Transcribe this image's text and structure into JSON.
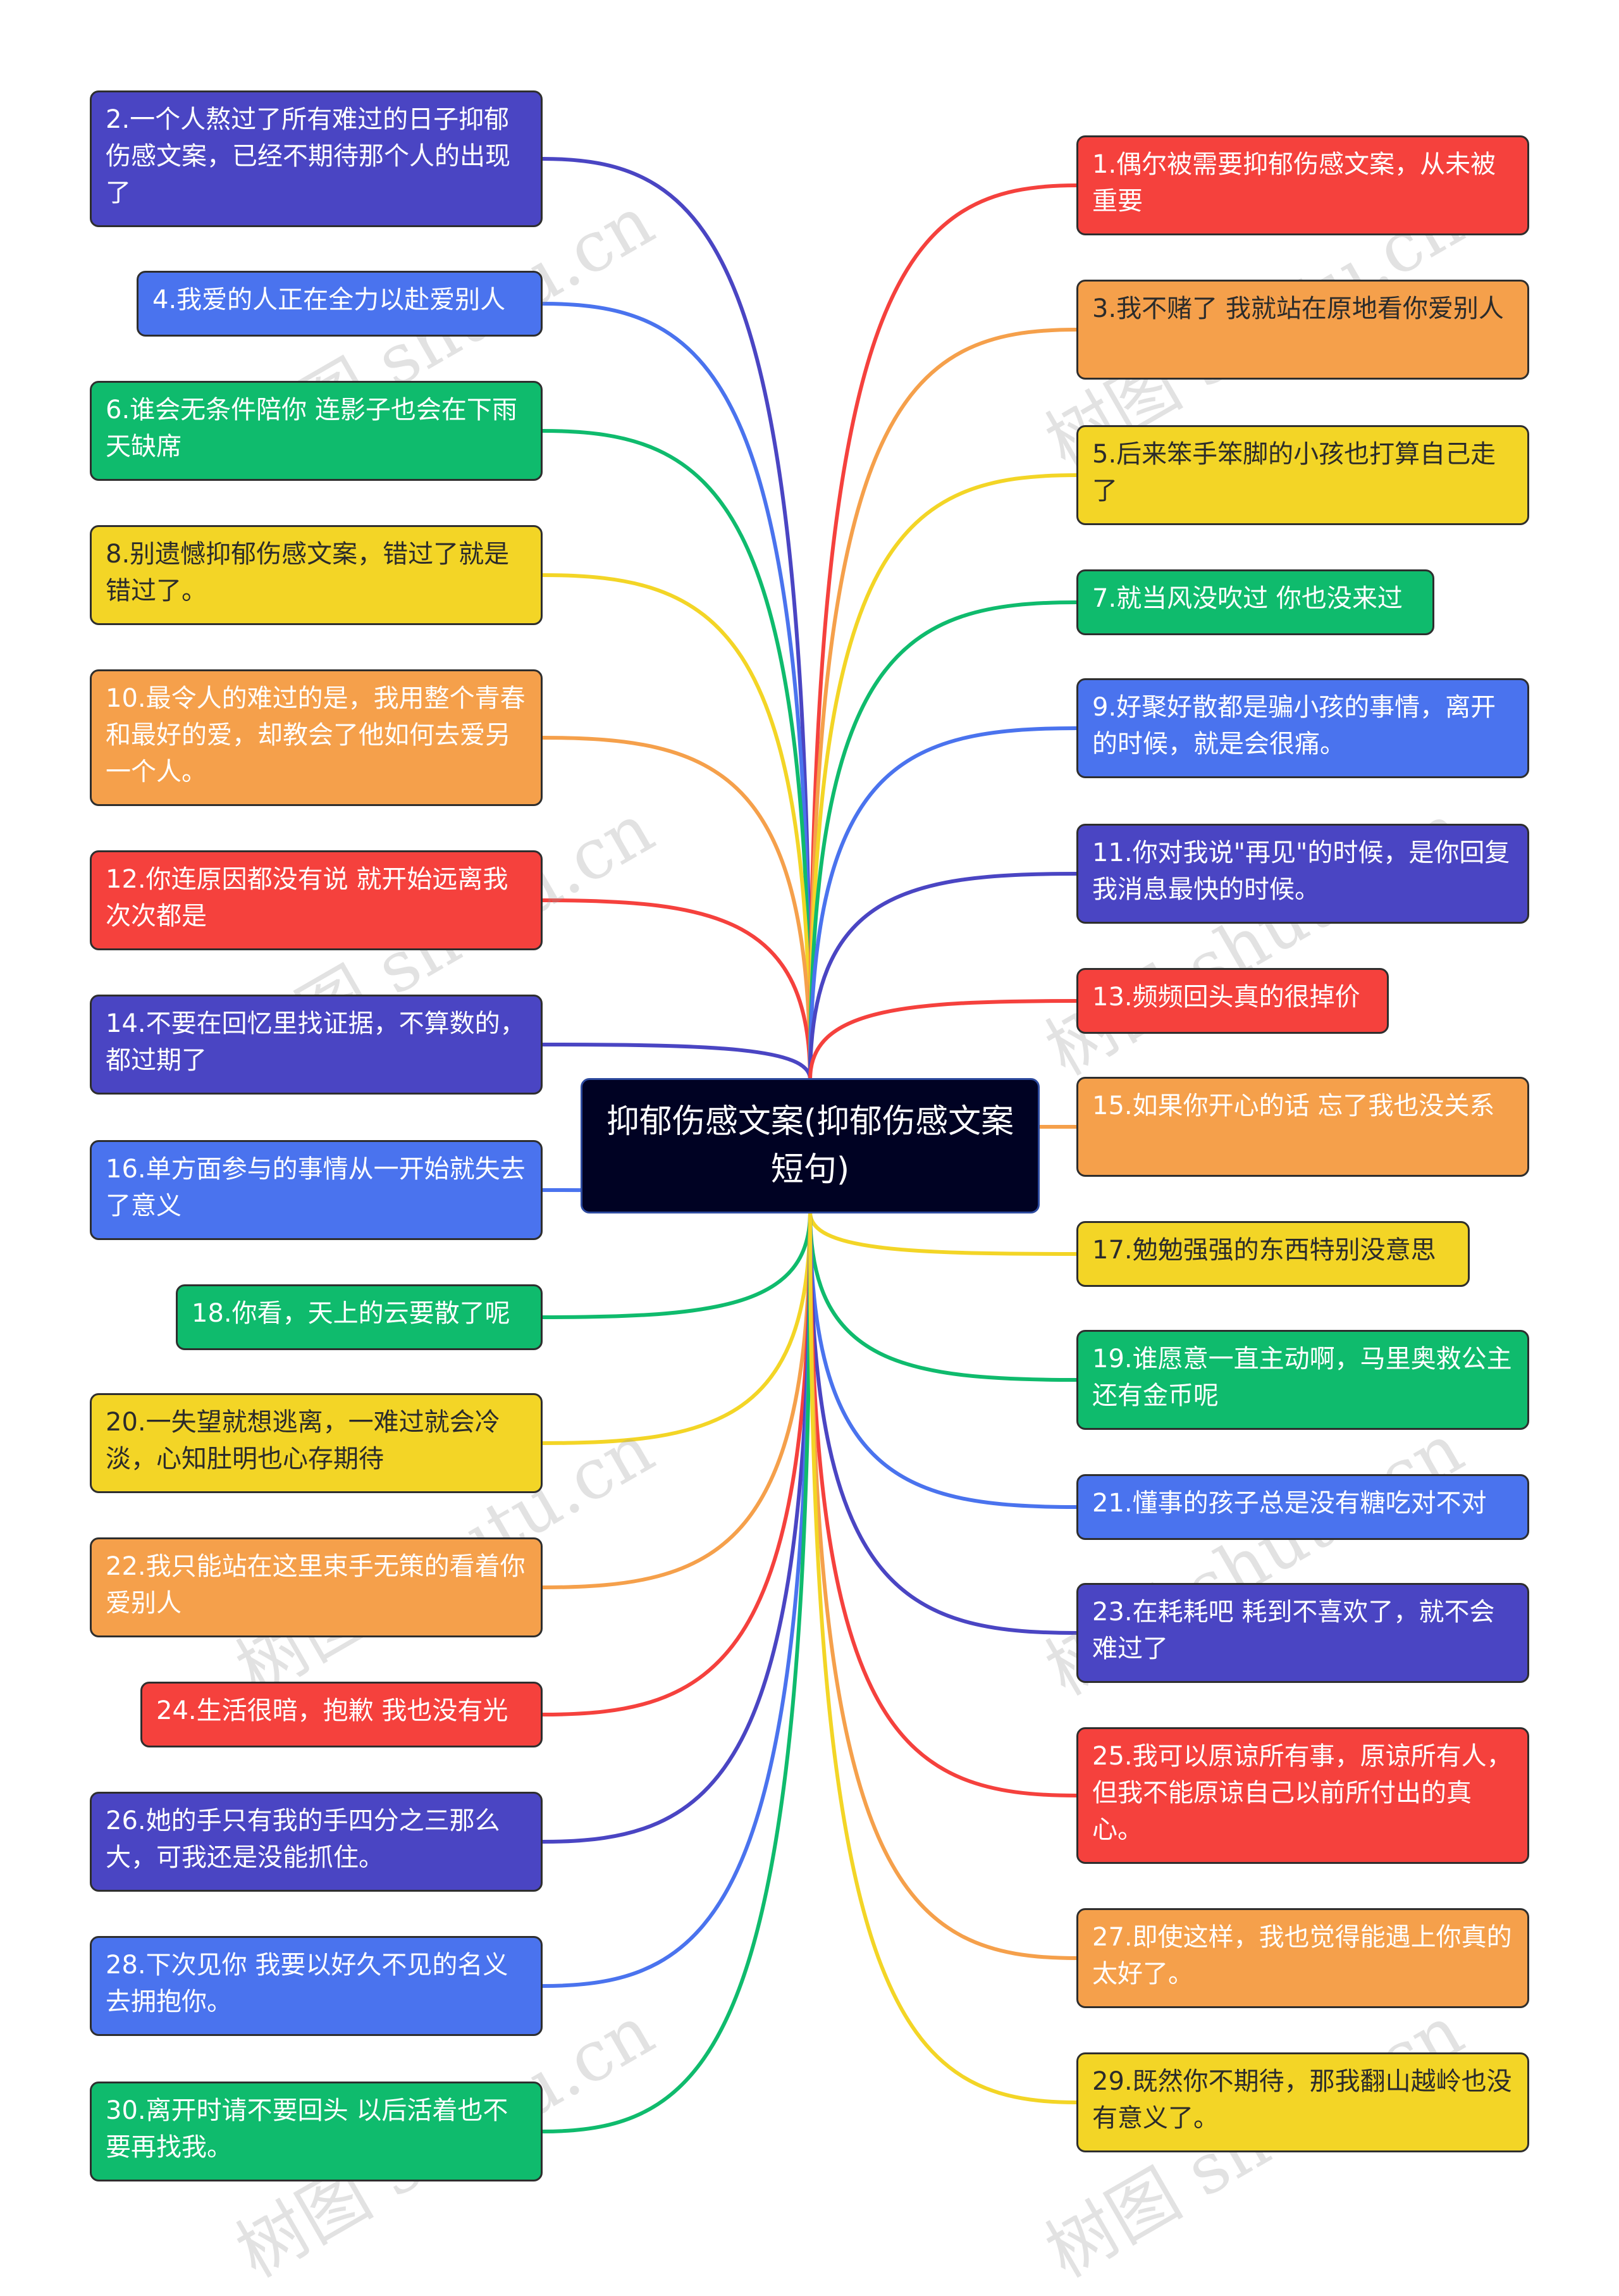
{
  "center": {
    "label": "抑郁伤感文案(抑郁伤感文案短句)"
  },
  "colors": {
    "red": "#f5413d",
    "orange": "#f5a04b",
    "yellow": "#f3d526",
    "green": "#0fbb6d",
    "blue": "#4a73ee",
    "indigo": "#4a45c3",
    "center": "#000223"
  },
  "watermark": "树图 shutu.cn",
  "left_nodes": [
    {
      "label": "2.一个人熬过了所有难过的日子抑郁伤感文案，已经不期待那个人的出现了",
      "color": "indigo"
    },
    {
      "label": "4.我爱的人正在全力以赴爱别人",
      "color": "blue"
    },
    {
      "label": "6.谁会无条件陪你 连影子也会在下雨天缺席",
      "color": "green"
    },
    {
      "label": "8.别遗憾抑郁伤感文案，错过了就是错过了。",
      "color": "yellow"
    },
    {
      "label": "10.最令人的难过的是，我用整个青春和最好的爱，却教会了他如何去爱另一个人。",
      "color": "orange"
    },
    {
      "label": "12.你连原因都没有说 就开始远离我 次次都是",
      "color": "red"
    },
    {
      "label": "14.不要在回忆里找证据，不算数的，都过期了",
      "color": "indigo"
    },
    {
      "label": "16.单方面参与的事情从一开始就失去了意义",
      "color": "blue"
    },
    {
      "label": "18.你看，天上的云要散了呢",
      "color": "green"
    },
    {
      "label": "20.一失望就想逃离，一难过就会冷淡，心知肚明也心存期待",
      "color": "yellow"
    },
    {
      "label": "22.我只能站在这里束手无策的看着你爱别人",
      "color": "orange"
    },
    {
      "label": "24.生活很暗，抱歉 我也没有光",
      "color": "red"
    },
    {
      "label": "26.她的手只有我的手四分之三那么大，可我还是没能抓住。",
      "color": "indigo"
    },
    {
      "label": "28.下次见你 我要以好久不见的名义去拥抱你。",
      "color": "blue"
    },
    {
      "label": "30.离开时请不要回头 以后活着也不要再找我。",
      "color": "green"
    }
  ],
  "right_nodes": [
    {
      "label": "1.偶尔被需要抑郁伤感文案，从未被重要",
      "color": "red"
    },
    {
      "label": "3.我不赌了 我就站在原地看你爱别人",
      "color": "orange"
    },
    {
      "label": "5.后来笨手笨脚的小孩也打算自己走了",
      "color": "yellow"
    },
    {
      "label": "7.就当风没吹过 你也没来过",
      "color": "green"
    },
    {
      "label": "9.好聚好散都是骗小孩的事情，离开的时候，就是会很痛。",
      "color": "blue"
    },
    {
      "label": "11.你对我说\"再见\"的时候，是你回复我消息最快的时候。",
      "color": "indigo"
    },
    {
      "label": "13.频频回头真的很掉价",
      "color": "red"
    },
    {
      "label": "15.如果你开心的话 忘了我也没关系",
      "color": "orange"
    },
    {
      "label": "17.勉勉强强的东西特别没意思",
      "color": "yellow"
    },
    {
      "label": "19.谁愿意一直主动啊，马里奥救公主还有金币呢",
      "color": "green"
    },
    {
      "label": "21.懂事的孩子总是没有糖吃对不对",
      "color": "blue"
    },
    {
      "label": "23.在耗耗吧 耗到不喜欢了，就不会难过了",
      "color": "indigo"
    },
    {
      "label": "25.我可以原谅所有事，原谅所有人，但我不能原谅自己以前所付出的真心。",
      "color": "red"
    },
    {
      "label": "27.即使这样，我也觉得能遇上你真的太好了。",
      "color": "orange"
    },
    {
      "label": "29.既然你不期待，那我翻山越岭也没有意义了。",
      "color": "yellow"
    }
  ]
}
